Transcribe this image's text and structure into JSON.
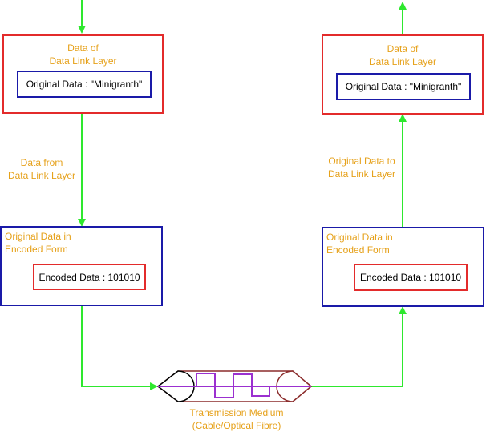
{
  "left_top": {
    "title_line1": "Data of",
    "title_line2": "Data Link Layer",
    "inner_text": "Original Data : \"Minigranth\""
  },
  "left_arrow_label": {
    "line1": "Data from",
    "line2": "Data Link Layer"
  },
  "left_bottom": {
    "title_line1": "Original Data in",
    "title_line2": "Encoded Form",
    "inner_text": "Encoded Data : 101010"
  },
  "right_top": {
    "title_line1": "Data of",
    "title_line2": "Data Link Layer",
    "inner_text": "Original Data : \"Minigranth\""
  },
  "right_arrow_label": {
    "line1": "Original Data to",
    "line2": "Data Link Layer"
  },
  "right_bottom": {
    "title_line1": "Original Data in",
    "title_line2": "Encoded Form",
    "inner_text": "Encoded Data : 101010"
  },
  "medium": {
    "line1": "Transmission Medium",
    "line2": "(Cable/Optical Fibre)"
  },
  "colors": {
    "arrow": "#2ee82e",
    "red_border": "#e32b2b",
    "blue_border": "#1a1aa8",
    "caption": "#e6a11a",
    "signal": "#9b30d0",
    "cable": "#8b2c2c"
  }
}
